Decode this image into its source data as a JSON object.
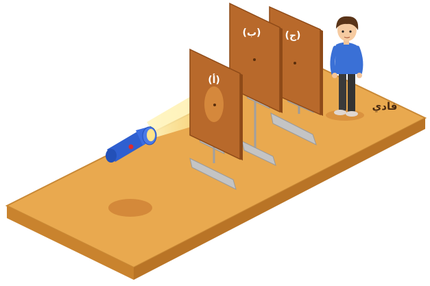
{
  "labels": {
    "card_a": "(أ)",
    "card_b": "(ب)",
    "card_c": "(ج)",
    "child_name": "فادي"
  },
  "colors": {
    "table_top": "#e9a94f",
    "table_edge": "#c9832e",
    "card": "#b8692b",
    "card_edge": "#8e4a18",
    "stand": "#b9b9b9",
    "flashlight": "#2f5fd0",
    "light_beam": "#fff3b0",
    "shirt": "#3a70d6",
    "pants": "#3a3a3a",
    "hair": "#5a3418"
  },
  "icons": {
    "flashlight": "flashlight-icon",
    "child": "person-icon"
  }
}
